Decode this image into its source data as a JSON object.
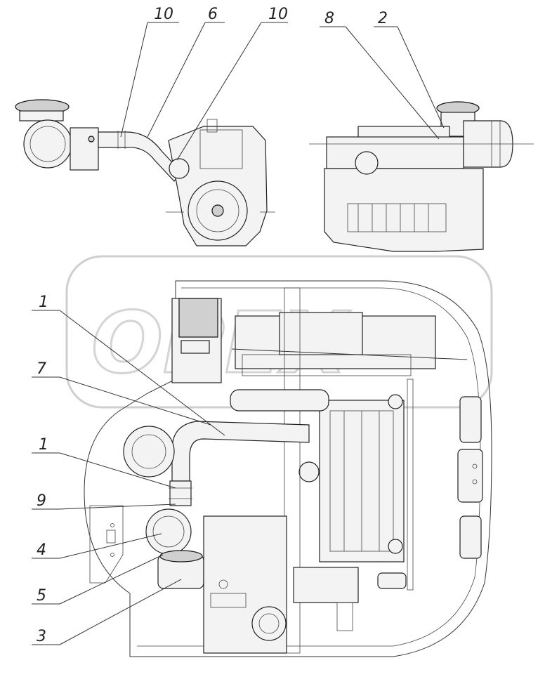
{
  "watermark": "OPEX",
  "callouts_top": [
    {
      "id": "callout-10-left",
      "label": "10"
    },
    {
      "id": "callout-6",
      "label": "6"
    },
    {
      "id": "callout-10-right",
      "label": "10"
    },
    {
      "id": "callout-8",
      "label": "8"
    },
    {
      "id": "callout-2",
      "label": "2"
    }
  ],
  "callouts_left": [
    {
      "id": "callout-1-upper",
      "label": "1"
    },
    {
      "id": "callout-7",
      "label": "7"
    },
    {
      "id": "callout-1-lower",
      "label": "1"
    },
    {
      "id": "callout-9",
      "label": "9"
    },
    {
      "id": "callout-4",
      "label": "4"
    },
    {
      "id": "callout-5",
      "label": "5"
    },
    {
      "id": "callout-3",
      "label": "3"
    }
  ]
}
